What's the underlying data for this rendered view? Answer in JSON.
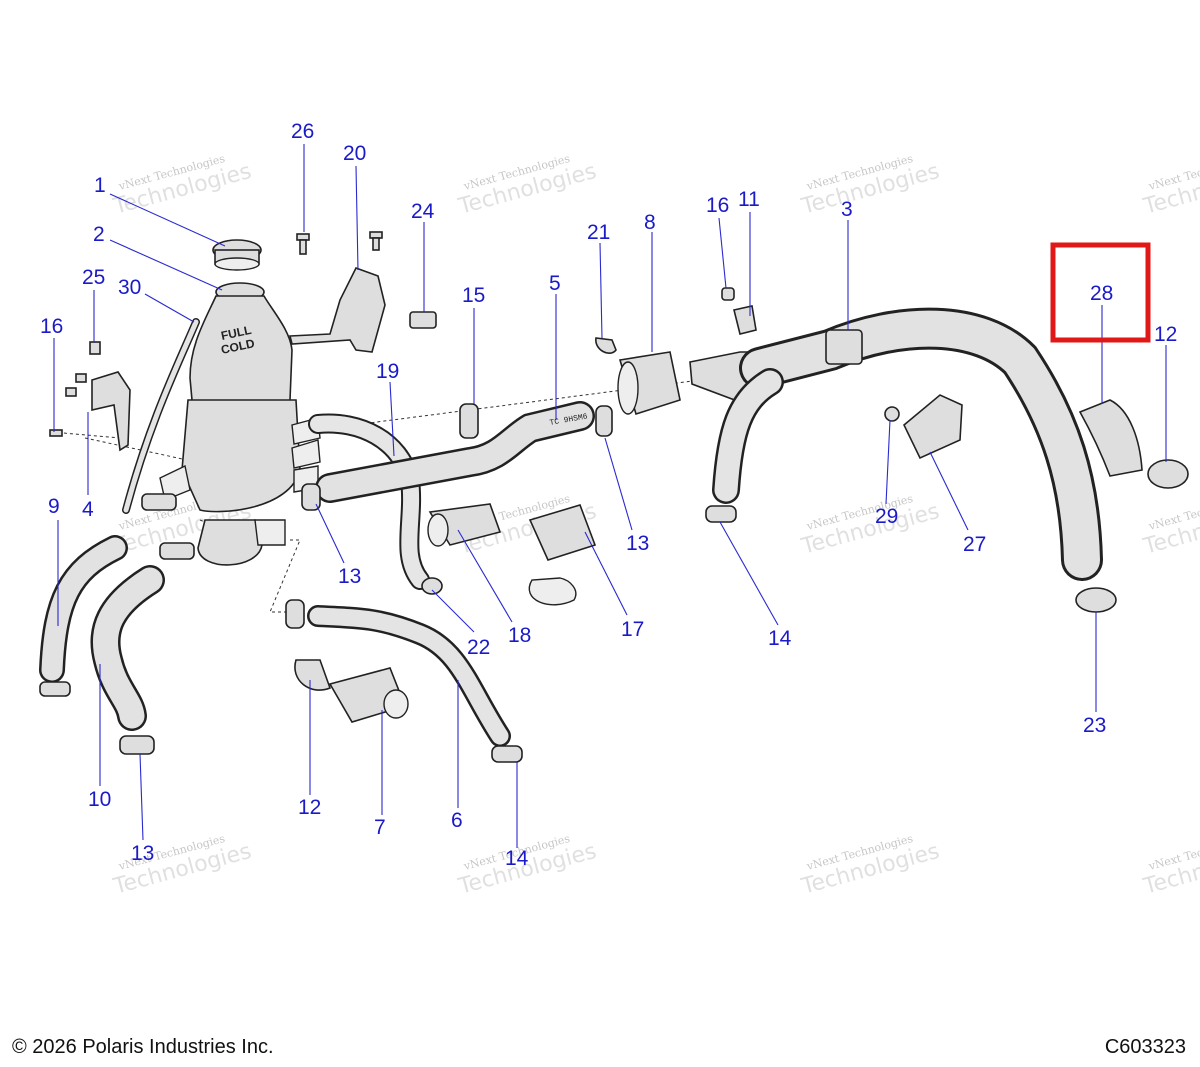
{
  "callouts": {
    "c1": "1",
    "c2": "2",
    "c3": "3",
    "c4": "4",
    "c5": "5",
    "c6": "6",
    "c7": "7",
    "c8": "8",
    "c9": "9",
    "c10": "10",
    "c11": "11",
    "c12a": "12",
    "c12b": "12",
    "c13a": "13",
    "c13b": "13",
    "c13c": "13",
    "c14a": "14",
    "c14b": "14",
    "c15": "15",
    "c16a": "16",
    "c16b": "16",
    "c17": "17",
    "c18": "18",
    "c19": "19",
    "c20": "20",
    "c21": "21",
    "c22": "22",
    "c23": "23",
    "c24": "24",
    "c25": "25",
    "c26": "26",
    "c27": "27",
    "c28": "28",
    "c29": "29",
    "c30": "30"
  },
  "part_labels": {
    "bottle_full": "FULL",
    "bottle_cold": "COLD",
    "tube_marking": "TC 9HSM6"
  },
  "watermark": {
    "line1": "vNext Technologies",
    "line2": "Technologies",
    "line3": "vNext"
  },
  "highlight_color": "#e01818",
  "callout_color": "#1a1ac8",
  "footer": {
    "copyright": "© 2026 Polaris Industries Inc.",
    "diagram_code": "C603323"
  }
}
